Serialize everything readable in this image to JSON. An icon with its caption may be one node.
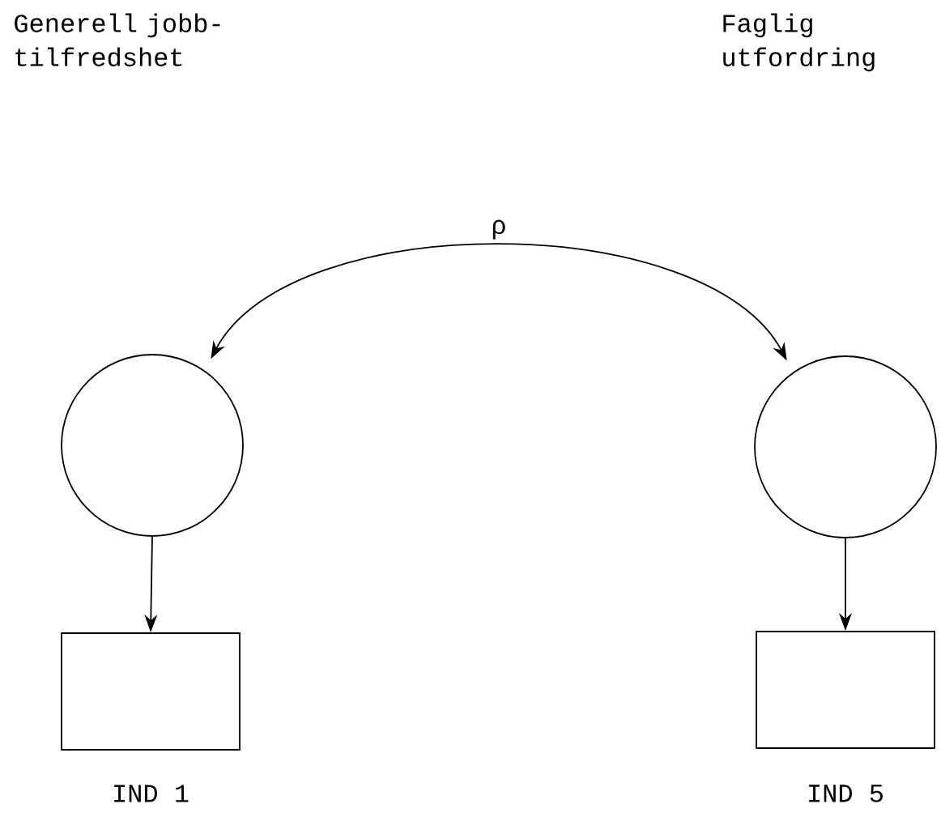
{
  "diagram": {
    "nodes": [
      {
        "text": [],
        "shape": "circle"
      },
      {
        "text": [],
        "shape": "circle"
      },
      {
        "text": [
          "IND 1"
        ]
      },
      {
        "text": [
          "IND 5"
        ]
      }
    ],
    "edges": [
      {
        "from": 0,
        "to": 1,
        "arrow": "both",
        "label": "ρ"
      },
      {
        "from": 0,
        "to": 2,
        "arrow": "to"
      },
      {
        "from": 1,
        "to": 3,
        "arrow": "to"
      }
    ],
    "labels": [
      "Generell jobb- tilfredshet",
      "Faglig utfordring"
    ]
  }
}
